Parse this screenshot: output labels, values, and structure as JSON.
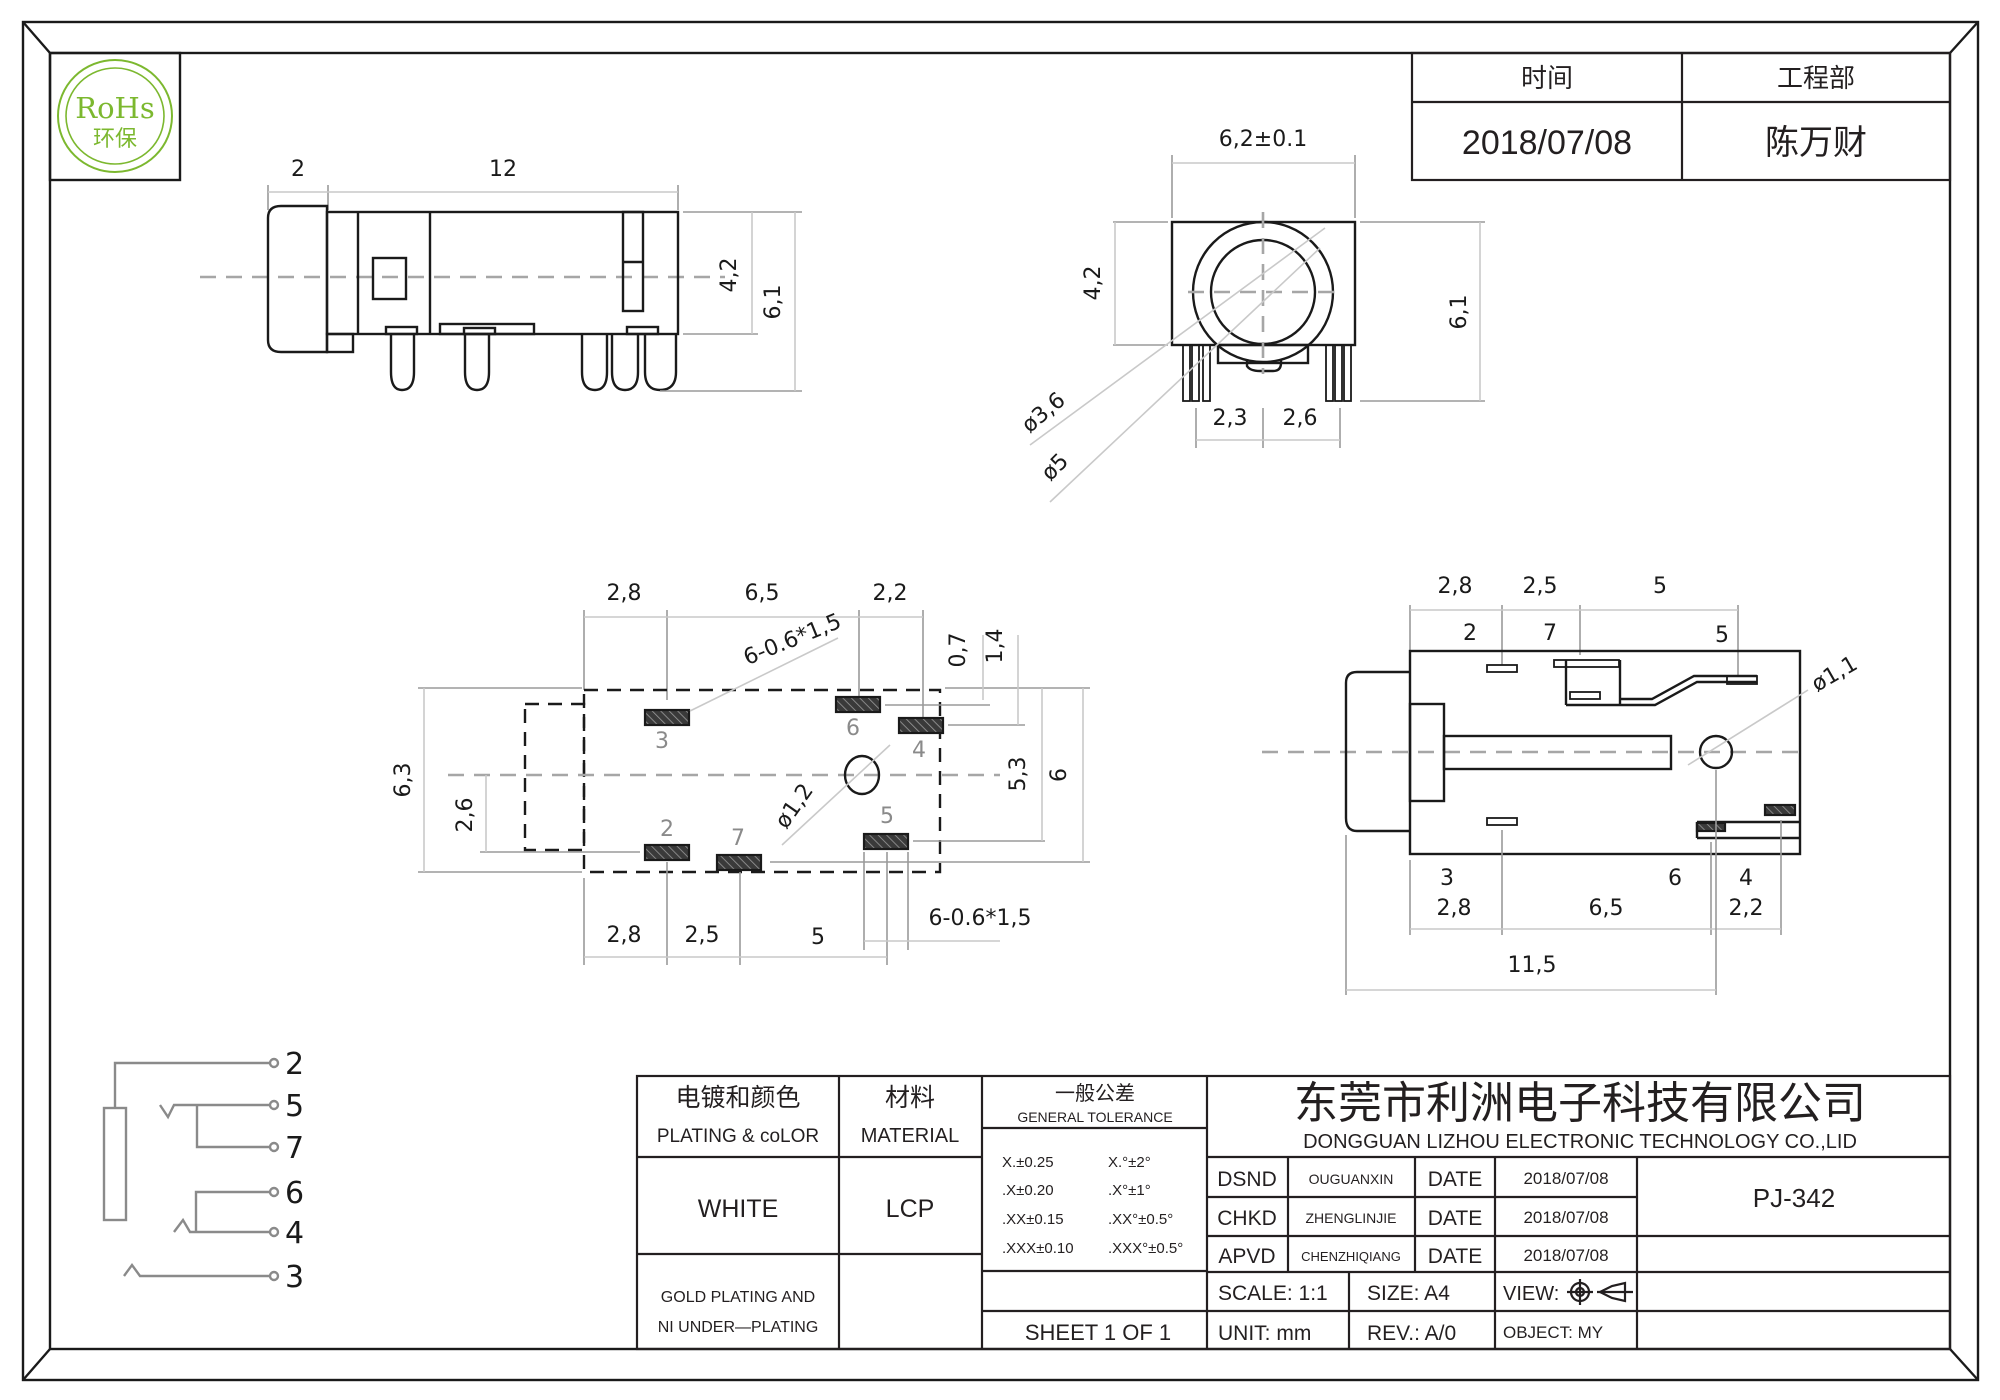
{
  "logo": {
    "text": "RoHs",
    "subtext": "环保",
    "color": "#7cb82f"
  },
  "approval_table": {
    "headers": [
      "时间",
      "工程部"
    ],
    "values": [
      "2018/07/08",
      "陈万财"
    ]
  },
  "side_view": {
    "dims": {
      "cap_length": "2",
      "body_length": "12",
      "axis_height": "4,2",
      "total_height": "6,1"
    }
  },
  "front_view": {
    "dims": {
      "width": "6,2±0.1",
      "axis_height": "4,2",
      "total_height": "6,1",
      "inner_dia": "ø3,6",
      "outer_dia": "ø5",
      "pin_left": "2,3",
      "pin_right": "2,6"
    }
  },
  "footprint": {
    "top_dims": [
      "2,8",
      "6,5",
      "2,2"
    ],
    "bottom_dims": [
      "2,8",
      "2,5",
      "5"
    ],
    "pad_note_top": "6-0.6*1,5",
    "pad_note_bottom": "6-0.6*1,5",
    "right_dims": [
      "0,7",
      "1,4",
      "5,3",
      "6"
    ],
    "left_dims": [
      "6,3",
      "2,6"
    ],
    "hole_dia": "ø1,2",
    "pads": [
      "3",
      "6",
      "4",
      "2",
      "7",
      "5"
    ]
  },
  "section_view": {
    "top_dims": [
      "2,8",
      "2,5",
      "5"
    ],
    "top_pins": [
      "2",
      "7",
      "5"
    ],
    "bottom_pins": [
      "3",
      "6",
      "4"
    ],
    "bottom_dims": [
      "2,8",
      "6,5",
      "2,2"
    ],
    "overall": "11,5",
    "hole_dia": "ø1,1"
  },
  "schematic": {
    "pins": [
      "2",
      "5",
      "7",
      "6",
      "4",
      "3"
    ]
  },
  "title_block": {
    "plating_cn": "电镀和颜色",
    "plating_en": "PLATING & coLOR",
    "material_cn": "材料",
    "material_en": "MATERIAL",
    "tolerance_cn": "一般公差",
    "tolerance_en": "GENERAL TOLERANCE",
    "color_value": "WHITE",
    "material_value": "LCP",
    "plating_note_1": "GOLD PLATING AND",
    "plating_note_2": "NI UNDER—PLATING",
    "tolerances": [
      [
        "X.±0.25",
        "X.°±2°"
      ],
      [
        ".X±0.20",
        ".X°±1°"
      ],
      [
        ".XX±0.15",
        ".XX°±0.5°"
      ],
      [
        ".XXX±0.10",
        ".XXX°±0.5°"
      ]
    ],
    "sheet": "SHEET 1 OF 1",
    "company_cn": "东莞市利洲电子科技有限公司",
    "company_en": "DONGGUAN LIZHOU ELECTRONIC TECHNOLOGY CO.,LID",
    "signoffs": [
      {
        "role": "DSND",
        "name": "OUGUANXIN",
        "date_label": "DATE",
        "date": "2018/07/08"
      },
      {
        "role": "CHKD",
        "name": "ZHENGLINJIE",
        "date_label": "DATE",
        "date": "2018/07/08"
      },
      {
        "role": "APVD",
        "name": "CHENZHIQIANG",
        "date_label": "DATE",
        "date": "2018/07/08"
      }
    ],
    "part_number": "PJ-342",
    "scale": "SCALE: 1:1",
    "size": "SIZE: A4",
    "view": "VIEW:",
    "unit": "UNIT: mm",
    "rev": "REV.: A/0",
    "object": "OBJECT: MY"
  }
}
